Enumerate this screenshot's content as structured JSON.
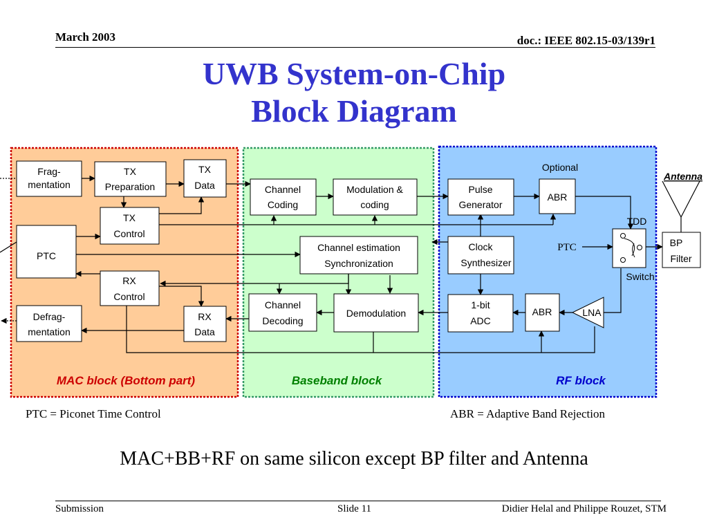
{
  "header": {
    "date": "March 2003",
    "doc_id": "doc.: IEEE 802.15-03/139r1"
  },
  "title": {
    "line1": "UWB System-on-Chip",
    "line2": "Block Diagram"
  },
  "colors": {
    "title": "#3333cc",
    "mac_fill": "#ffcc99",
    "mac_border": "#cc0000",
    "baseband_fill": "#ccffcc",
    "baseband_border": "#339966",
    "rf_fill": "#99ccff",
    "rf_border": "#0000cc",
    "mac_label": "#cc0000",
    "baseband_label": "#008000",
    "rf_label": "#0000cc"
  },
  "regions": {
    "mac": "MAC block (Bottom part)",
    "baseband": "Baseband block",
    "rf": "RF block"
  },
  "blocks": {
    "fragmentation": [
      "Frag-",
      "mentation"
    ],
    "tx_preparation": [
      "TX",
      "Preparation"
    ],
    "tx_data": [
      "TX",
      "Data"
    ],
    "tx_control": [
      "TX",
      "Control"
    ],
    "ptc": [
      "PTC"
    ],
    "rx_control": [
      "RX",
      "Control"
    ],
    "defragmentation": [
      "Defrag-",
      "mentation"
    ],
    "rx_data": [
      "RX",
      "Data"
    ],
    "channel_coding": [
      "Channel",
      "Coding"
    ],
    "modulation_coding": [
      "Modulation &",
      "coding"
    ],
    "channel_estimation": [
      "Channel estimation",
      "Synchronization"
    ],
    "channel_decoding": [
      "Channel",
      "Decoding"
    ],
    "demodulation": [
      "Demodulation"
    ],
    "pulse_generator": [
      "Pulse",
      "Generator"
    ],
    "abr_tx": [
      "ABR"
    ],
    "clock_synthesizer": [
      "Clock",
      "Synthesizer"
    ],
    "adc": [
      "1-bit",
      "ADC"
    ],
    "abr_rx": [
      "ABR"
    ],
    "lna": [
      "LNA"
    ],
    "bp_filter": [
      "BP",
      "Filter"
    ]
  },
  "labels": {
    "optional": "Optional",
    "tdd": "TDD",
    "ptc_switch": "PTC",
    "switch": "Switch",
    "antenna": "Antenna"
  },
  "notes": {
    "ptc": "PTC = Piconet Time Control",
    "abr": "ABR = Adaptive Band Rejection"
  },
  "summary": "MAC+BB+RF on same silicon except BP filter and Antenna",
  "footer": {
    "left": "Submission",
    "center": "Slide 11",
    "right": "Didier Helal and Philippe Rouzet, STM"
  }
}
